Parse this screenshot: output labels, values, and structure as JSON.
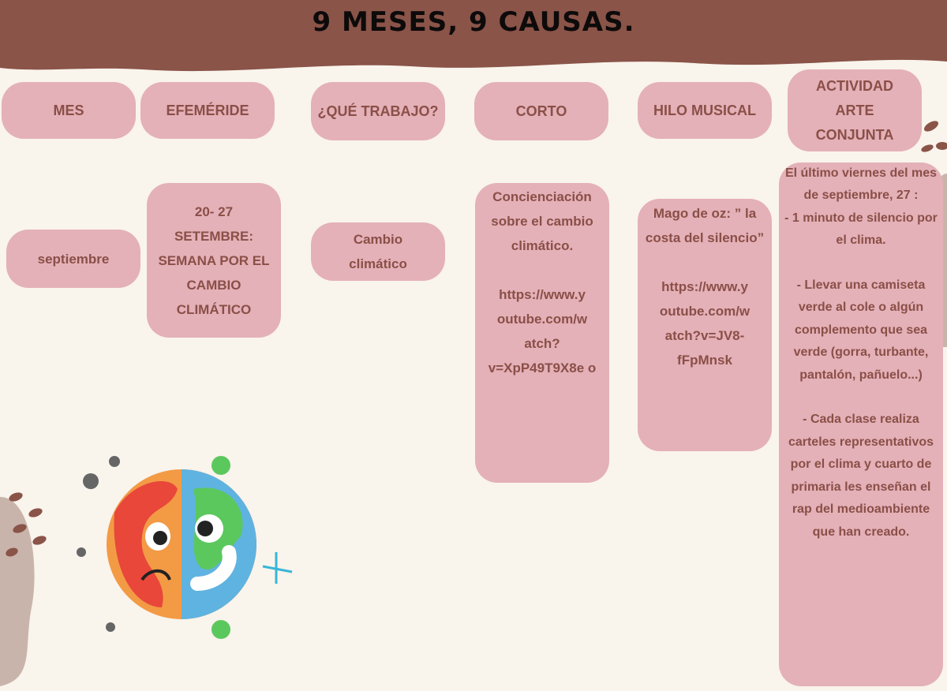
{
  "title": "9 MESES, 9 CAUSAS.",
  "headers": [
    "MES",
    "EFEMÉRIDE",
    "¿QUÉ TRABAJO?",
    "CORTO",
    "HILO MUSICAL",
    "ACTIVIDAD\nARTE\nCONJUNTA"
  ],
  "row": {
    "mes": "septiembre",
    "efemeride": "20- 27\nSETEMBRE: SEMANA POR EL CAMBIO CLIMÁTICO",
    "trabajo": "Cambio climático",
    "corto": "Concienciación sobre el cambio climático.\n\nhttps://www.y outube.com/w atch?\nv=XpP49T9X8e o",
    "hilo": "Mago de oz: ” la costa del silencio”\n\nhttps://www.y outube.com/w atch?v=JV8-fFpMnsk",
    "actividad": "El último viernes del mes de septiembre, 27 :\n-     1 minuto de silencio por el clima.\n\n-     Llevar una camiseta verde al cole o algún complemento que sea verde (gorra, turbante, pantalón, pañuelo...)\n\n-     Cada clase realiza carteles representativos por el clima y cuarto de primaria les enseñan el rap del medioambiente que han creado."
  },
  "colors": {
    "banner": "#8a5449",
    "box": "#e4b1b8",
    "text": "#8a4f47",
    "background": "#f9f4ec"
  }
}
